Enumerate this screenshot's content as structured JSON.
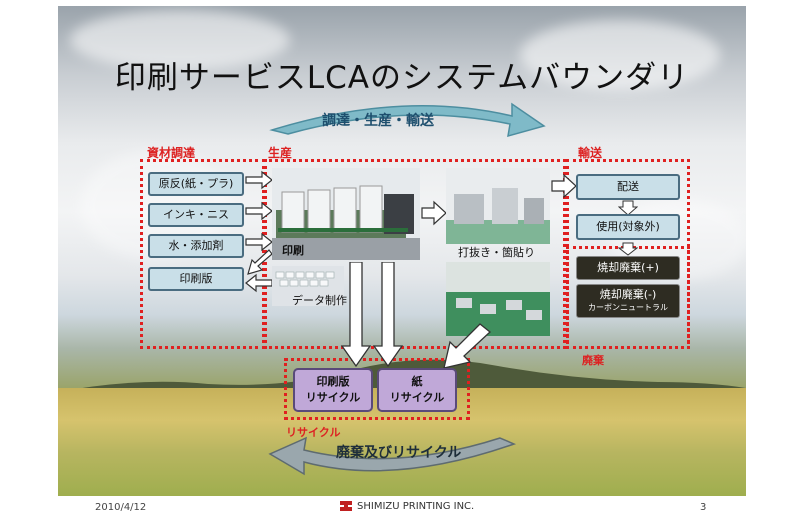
{
  "slide": {
    "title": "印刷サービスLCAのシステムバウンダリ",
    "top_arrow_label": "調達・生産・輸送",
    "bottom_arrow_label": "廃棄及びリサイクル"
  },
  "sections": {
    "materials": "資材調達",
    "production": "生産",
    "transport": "輸送",
    "disposal": "廃棄",
    "recycle": "リサイクル"
  },
  "materials": [
    "原反(紙・プラ)",
    "インキ・ニス",
    "水・添加剤",
    "印刷版"
  ],
  "production": {
    "printing": "印刷",
    "data_creation": "データ制作",
    "post_processing": "打抜き・箇貼り"
  },
  "transport": {
    "delivery": "配送",
    "use": "使用(対象外)",
    "incineration_plus": "焼却廃棄(+)",
    "incineration_minus": "焼却廃棄(-)",
    "carbon_neutral": "カーボンニュートラル"
  },
  "recycle_items": [
    {
      "line1": "印刷版",
      "line2": "リサイクル"
    },
    {
      "line1": "紙",
      "line2": "リサイクル"
    }
  ],
  "footer": {
    "date": "2010/4/12",
    "company": "SHIMIZU PRINTING INC.",
    "page": "3"
  },
  "colors": {
    "accent_red": "#e02020",
    "box_blue": "#c9dfe8",
    "box_dark": "#2e2c22",
    "box_purple": "#c0a8d8",
    "arrow_teal": "#6fb3c2"
  }
}
